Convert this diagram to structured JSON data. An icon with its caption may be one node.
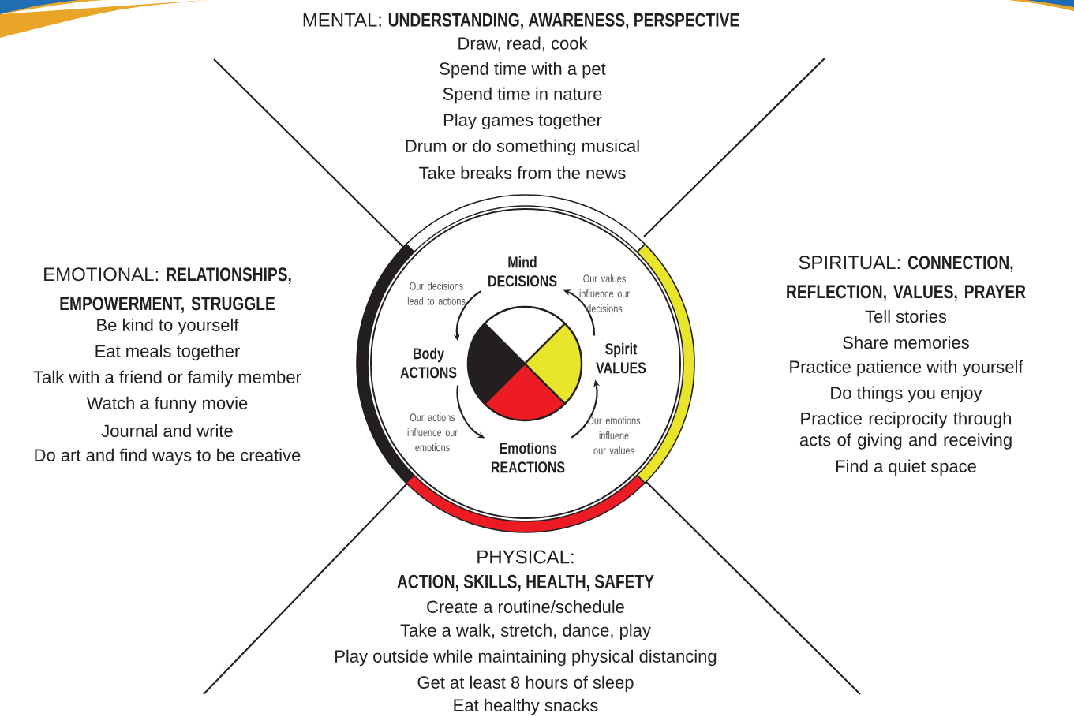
{
  "diagram": {
    "nodes": [
      {
        "text": [],
        "shape": "circle"
      },
      {
        "text": [
          "Mind",
          "DECISIONS"
        ],
        "in": 0
      },
      {
        "text": [
          "Body",
          "ACTIONS"
        ],
        "in": 0
      },
      {
        "text": [
          "Spirit",
          "VALUES"
        ],
        "in": 0
      },
      {
        "text": [
          "Emotions",
          "REACTIONS"
        ],
        "in": 0
      }
    ],
    "edges": [
      {
        "from": 1,
        "to": 2,
        "arrow": "to",
        "label": "Our decisions lead to actions"
      },
      {
        "from": 2,
        "to": 4,
        "arrow": "to",
        "label": "Our actions influence our emotions"
      },
      {
        "from": 4,
        "to": 3,
        "arrow": "to",
        "label": "Our emotions influene our values"
      },
      {
        "from": 3,
        "to": 1,
        "arrow": "to",
        "label": "Our values influence our decisions"
      }
    ],
    "labels": [
      "MENTAL: **UNDERSTANDING, AWARENESS, PERSPECTIVE**",
      "Draw, read, cook",
      "Spend time with a pet",
      "Spend time in nature",
      "Play games together",
      "Drum or do something musical",
      "Take breaks from the news",
      "EMOTIONAL: **RELATIONSHIPS, EMPOWERMENT, STRUGGLE**",
      "Be kind to yourself",
      "Eat meals together",
      "Talk with a friend or family member",
      "Watch a funny movie",
      "Journal and write",
      "Do art and find ways to be creative",
      "SPIRITUAL: **CONNECTION, REFLECTION, VALUES, PRAYER**",
      "Tell stories",
      "Share memories",
      "Practice patience with yourself",
      "Do things you enjoy",
      "Practice reciprocity through acts of giving and receiving",
      "Find a quiet space",
      "PHYSICAL:",
      "ACTION, SKILLS, HEALTH, SAFETY",
      "Create a routine/schedule",
      "Take a walk, stretch, dance, play",
      "Play outside while maintaining physical distancing",
      "Get at least 8 hours of sleep",
      "Eat healthy snacks"
    ]
  }
}
